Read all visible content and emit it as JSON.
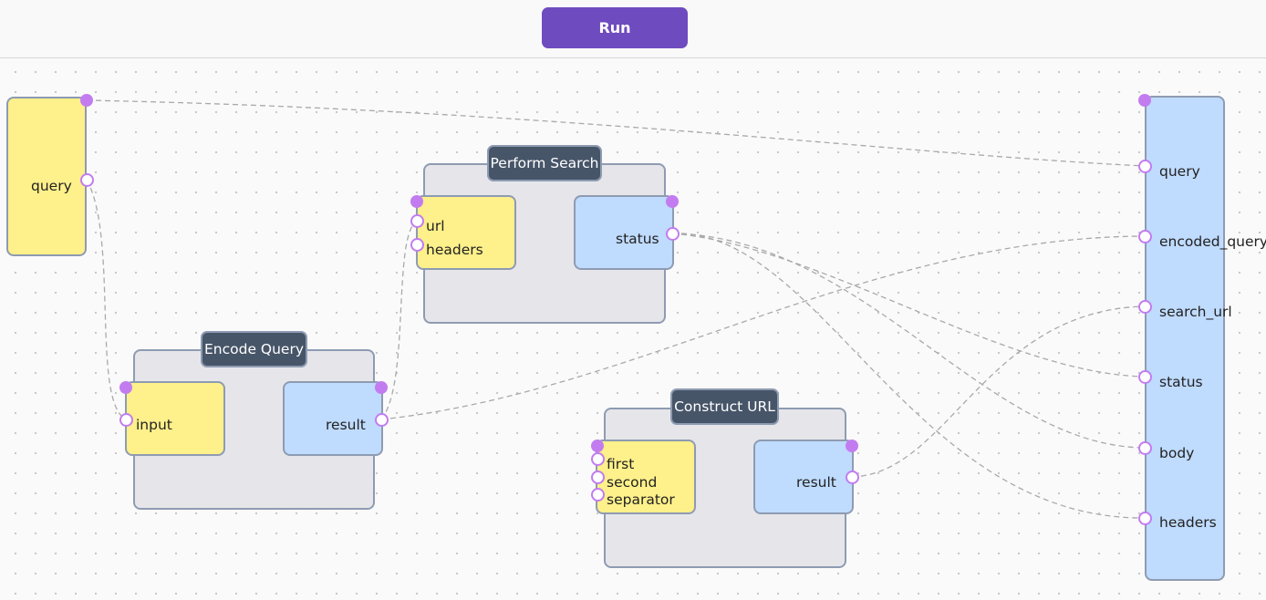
{
  "toolbar": {
    "run_label": "Run"
  },
  "nodes": {
    "query_input": {
      "port": "query"
    },
    "perform_search": {
      "title": "Perform Search",
      "inputs": [
        "url",
        "headers"
      ],
      "output": "status"
    },
    "encode_query": {
      "title": "Encode Query",
      "input": "input",
      "output": "result"
    },
    "construct_url": {
      "title": "Construct URL",
      "inputs": [
        "first",
        "second",
        "separator"
      ],
      "output": "result"
    },
    "outputs": {
      "ports": [
        "query",
        "encoded_query",
        "search_url",
        "status",
        "body",
        "headers"
      ]
    }
  },
  "colors": {
    "accent": "#6f4bc0",
    "port": "#c27cf0",
    "input_box": "#fef08a",
    "output_box": "#bfdbfe",
    "title_tag": "#475569",
    "group": "#e6e6ea"
  }
}
